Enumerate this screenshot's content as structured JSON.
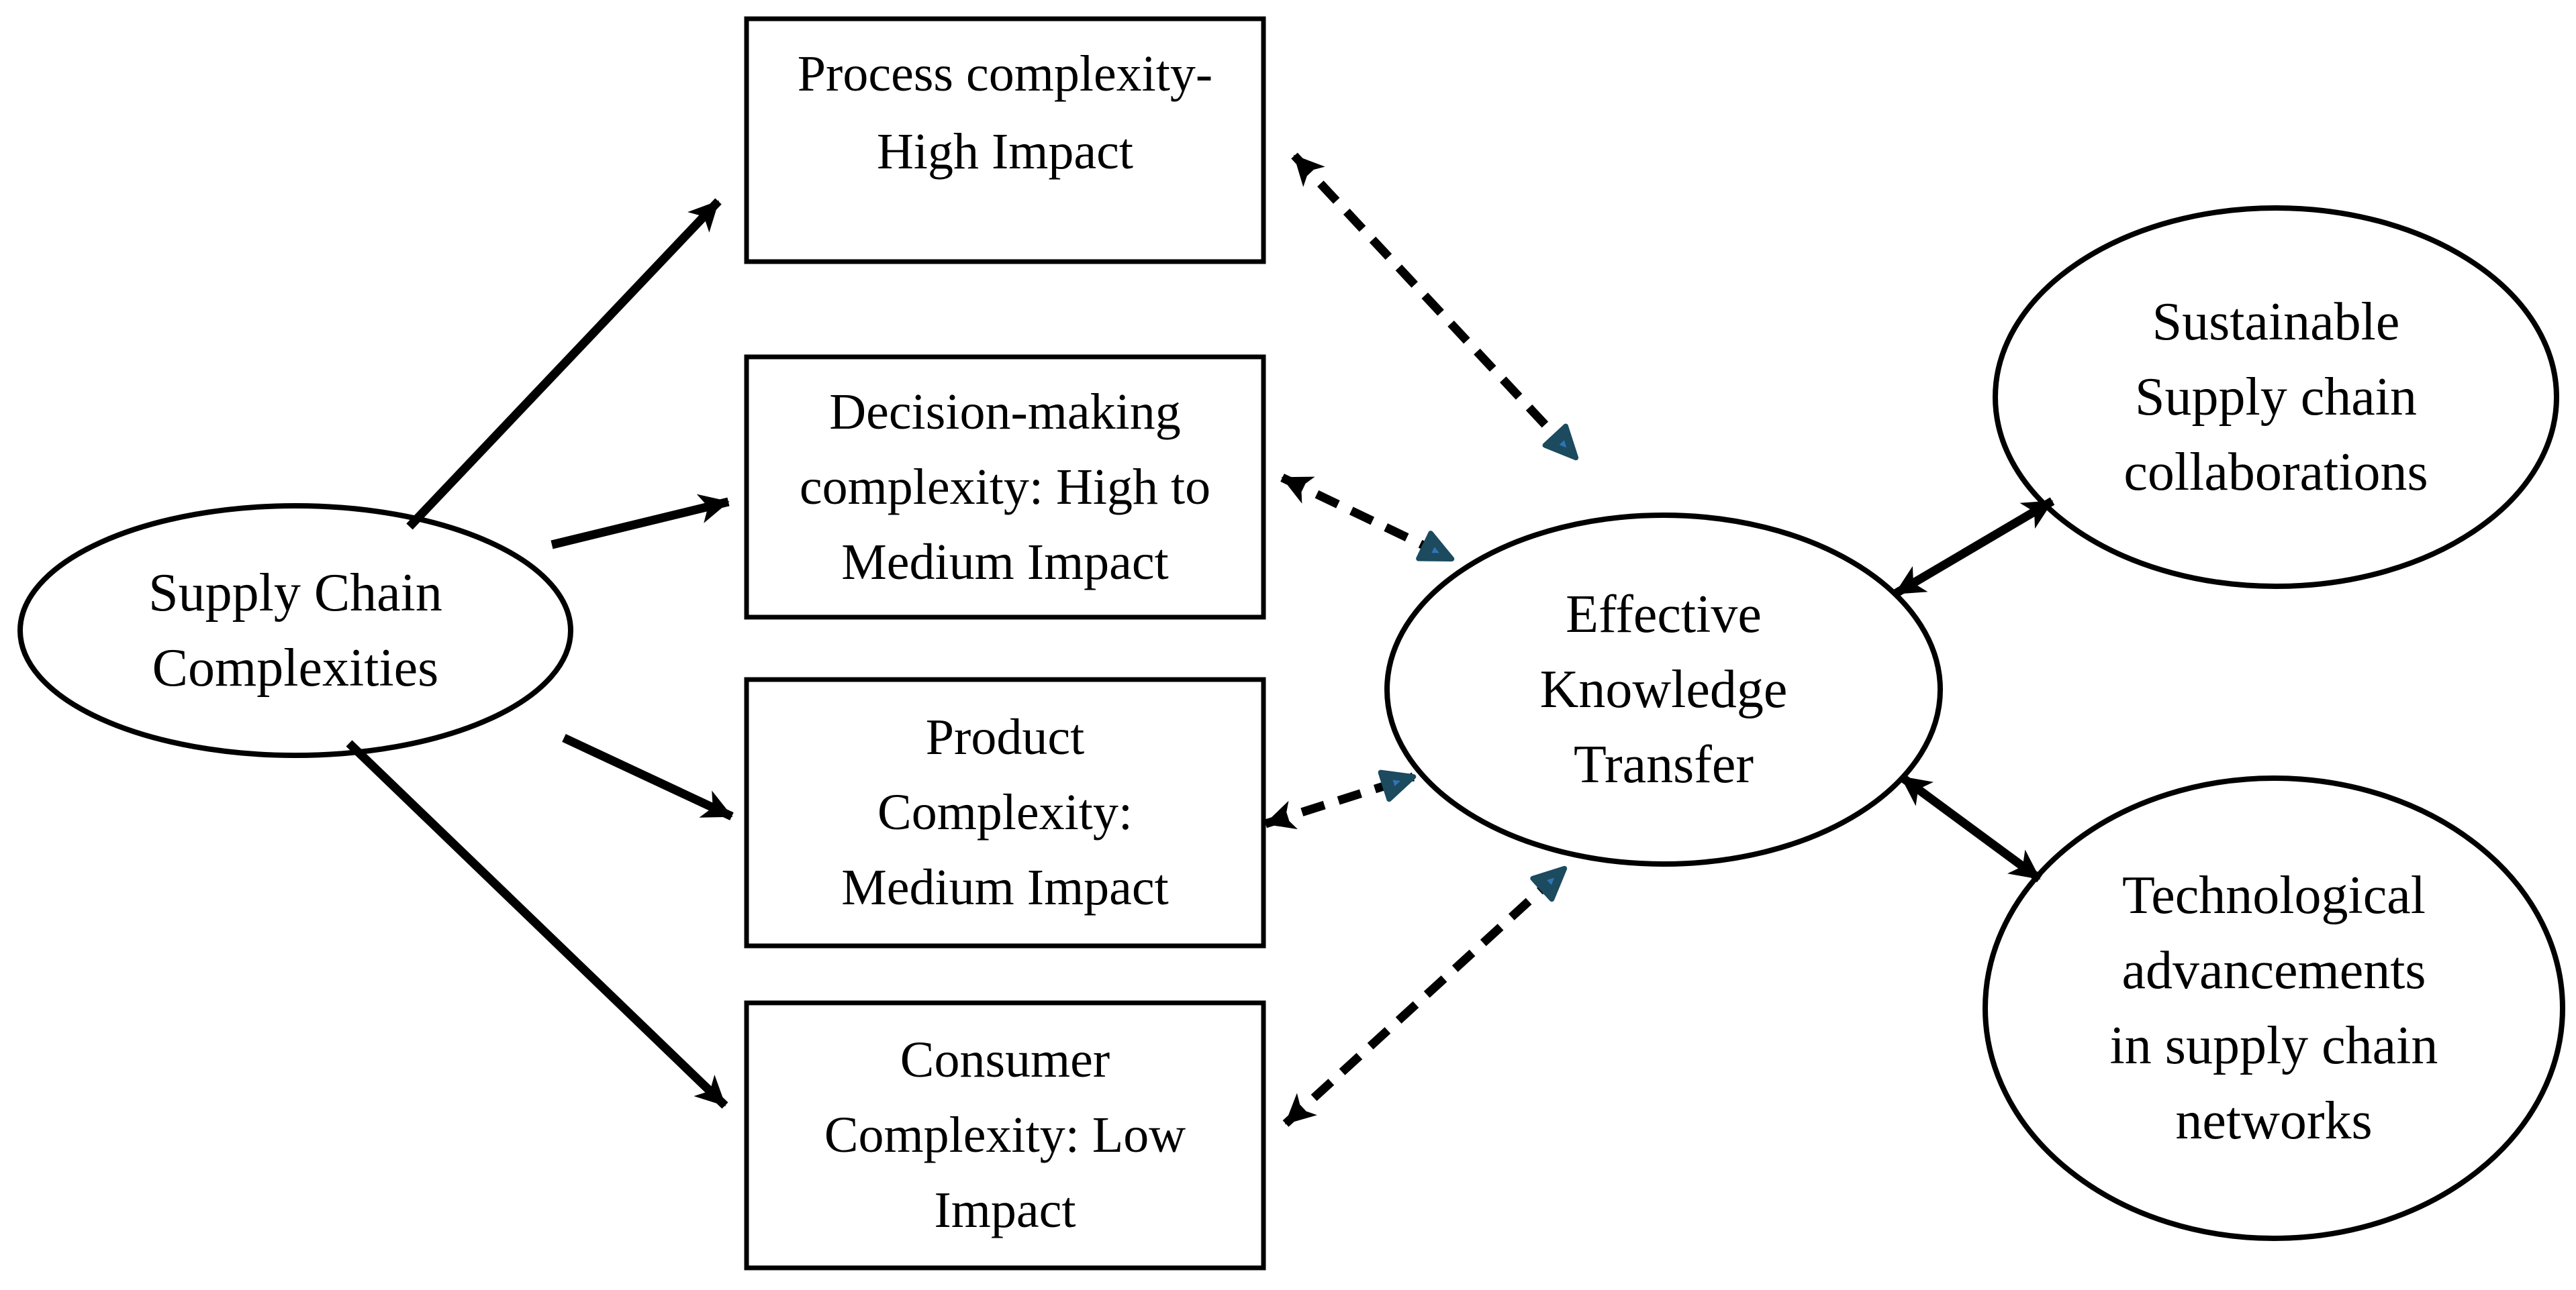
{
  "diagram": {
    "title_semantic": "Supply chain complexity and knowledge transfer diagram",
    "colors": {
      "background": "#ffffff",
      "line": "#000000",
      "dashed_arrowhead_fill": "#1c4a5f",
      "dashed_arrowhead_inner": "#2e75b6"
    },
    "nodes": {
      "supply_chain_complexities": {
        "shape": "ellipse",
        "lines": [
          "Supply Chain",
          "Complexities"
        ]
      },
      "process_complexity": {
        "shape": "rect",
        "lines": [
          "Process complexity-",
          "High Impact"
        ]
      },
      "decision_making_complexity": {
        "shape": "rect",
        "lines": [
          "Decision-making",
          "complexity: High to",
          "Medium Impact"
        ]
      },
      "product_complexity": {
        "shape": "rect",
        "lines": [
          "Product",
          "Complexity:",
          "Medium Impact"
        ]
      },
      "consumer_complexity": {
        "shape": "rect",
        "lines": [
          "Consumer",
          "Complexity: Low",
          "Impact"
        ]
      },
      "effective_knowledge_transfer": {
        "shape": "ellipse",
        "lines": [
          "Effective",
          "Knowledge",
          "Transfer"
        ]
      },
      "sustainable_collaborations": {
        "shape": "ellipse",
        "lines": [
          "Sustainable",
          "Supply chain",
          "collaborations"
        ]
      },
      "technological_advancements": {
        "shape": "ellipse",
        "lines": [
          "Technological",
          "advancements",
          "in supply chain",
          "networks"
        ]
      }
    },
    "edges": [
      {
        "from": "supply_chain_complexities",
        "to": "process_complexity",
        "style": "solid",
        "arrows": "single"
      },
      {
        "from": "supply_chain_complexities",
        "to": "decision_making_complexity",
        "style": "solid",
        "arrows": "single"
      },
      {
        "from": "supply_chain_complexities",
        "to": "product_complexity",
        "style": "solid",
        "arrows": "single"
      },
      {
        "from": "supply_chain_complexities",
        "to": "consumer_complexity",
        "style": "solid",
        "arrows": "single"
      },
      {
        "from": "process_complexity",
        "to": "effective_knowledge_transfer",
        "style": "dashed",
        "arrows": "double"
      },
      {
        "from": "decision_making_complexity",
        "to": "effective_knowledge_transfer",
        "style": "dashed",
        "arrows": "double"
      },
      {
        "from": "product_complexity",
        "to": "effective_knowledge_transfer",
        "style": "dashed",
        "arrows": "double"
      },
      {
        "from": "consumer_complexity",
        "to": "effective_knowledge_transfer",
        "style": "dashed",
        "arrows": "double"
      },
      {
        "from": "effective_knowledge_transfer",
        "to": "sustainable_collaborations",
        "style": "solid",
        "arrows": "double"
      },
      {
        "from": "effective_knowledge_transfer",
        "to": "technological_advancements",
        "style": "solid",
        "arrows": "double"
      }
    ]
  }
}
